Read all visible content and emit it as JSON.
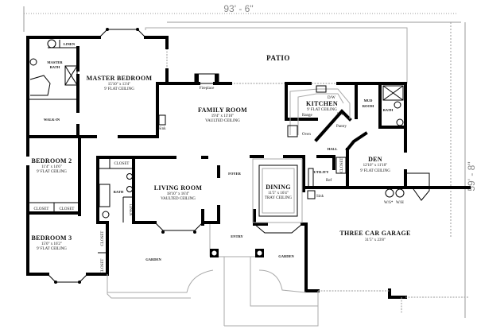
{
  "dimensions": {
    "width": "93' - 6\"",
    "depth": "59' - 8\""
  },
  "rooms": {
    "patio": {
      "name": "PATIO"
    },
    "master_bedroom": {
      "name": "MASTER BEDROOM",
      "size": "15'10\" x 13'4\"",
      "ceiling": "9' FLAT CEILING"
    },
    "master_bath": {
      "name1": "MASTER",
      "name2": "BATH"
    },
    "linen_master": {
      "name": "LINEN"
    },
    "walk_in": {
      "name": "WALK-IN"
    },
    "family_room": {
      "name": "FAMILY ROOM",
      "size": "19'4\" x 13'10\"",
      "ceiling": "VAULTED CEILING"
    },
    "fireplace": {
      "name": "Fireplace"
    },
    "family_sink": {
      "name": "Sink"
    },
    "kitchen": {
      "name": "KITCHEN",
      "ceiling": "9' FLAT CEILING",
      "dw": "D/W",
      "range": "Range",
      "ref": "Ref",
      "oven": "Oven",
      "pantry": "Pantry"
    },
    "mud_room": {
      "name1": "MUD",
      "name2": "ROOM"
    },
    "bath_mud": {
      "name": "BATH"
    },
    "hall": {
      "name": "HALL"
    },
    "den": {
      "name": "DEN",
      "size": "12'10\" x 11'10\"",
      "ceiling": "9' FLAT CEILING"
    },
    "den_closet": {
      "name": "CLOSET"
    },
    "utility": {
      "name": "UTILITY",
      "ref": "Ref",
      "sink": "Sink"
    },
    "water": {
      "ws": "W/S*",
      "wh": "W/H"
    },
    "dining": {
      "name": "DINING",
      "size": "11'5\" x 16'4\"",
      "ceiling": "TRAY CEILING"
    },
    "foyer": {
      "name": "FOYER"
    },
    "living_room": {
      "name": "LIVING ROOM",
      "size": "18'10\" x 16'4\"",
      "ceiling": "VAULTED CEILING"
    },
    "hall_bath": {
      "name": "BATH",
      "closet": "CLOSET",
      "linen": "LINEN"
    },
    "bedroom2": {
      "name": "BEDROOM 2",
      "size": "11'4\" x 14'6\"",
      "ceiling": "9' FLAT CEILING",
      "closet1": "CLOSET",
      "closet2": "CLOSET"
    },
    "bedroom3": {
      "name": "BEDROOM 3",
      "size": "15'0\" x 16'2\"",
      "ceiling": "9' FLAT CEILING",
      "closet1": "CLOSET",
      "closet2": "CLOSET"
    },
    "garden_left": {
      "name": "GARDEN"
    },
    "entry": {
      "name": "ENTRY"
    },
    "garden_right": {
      "name": "GARDEN"
    },
    "garage": {
      "name": "THREE CAR GARAGE",
      "size": "31'5\" x 23'8\""
    }
  }
}
